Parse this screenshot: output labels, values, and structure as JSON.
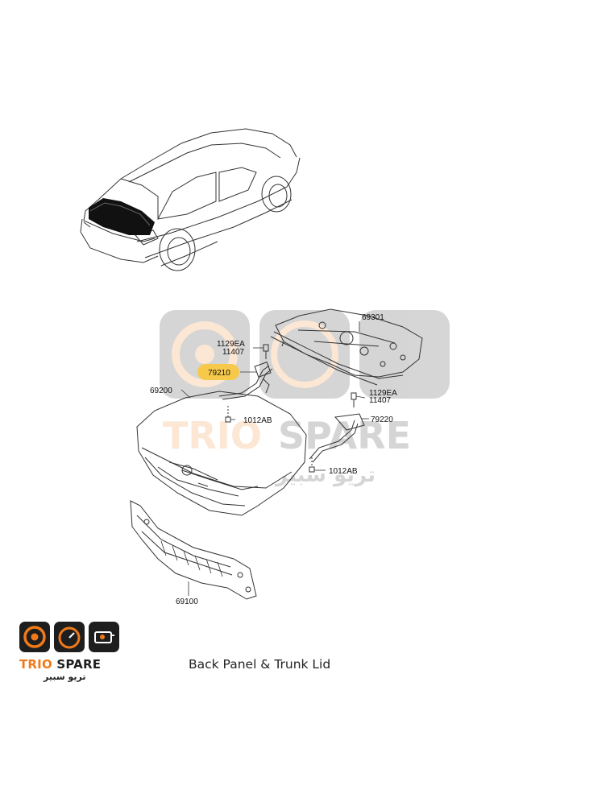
{
  "diagram": {
    "caption": "Back Panel & Trunk Lid",
    "highlight_color": "#f7c94a",
    "callouts": {
      "c69301": "69301",
      "c1129ea_top": "1129EA",
      "c11407_top": "11407",
      "c79210": "79210",
      "c69200": "69200",
      "c1012ab_left": "1012AB",
      "c1129ea_right": "1129EA",
      "c11407_right": "11407",
      "c79220": "79220",
      "c1012ab_right": "1012AB",
      "c69100": "69100"
    },
    "highlighted_part": "79210"
  },
  "watermark": {
    "brand_trio": "TRIO",
    "brand_spare": "SPARE",
    "brand_arabic": "تريو سبير",
    "colors": {
      "orange": "#f07a1a",
      "dark": "#1e1e1e"
    }
  },
  "logo": {
    "word_trio": "TRIO",
    "word_spare": "SPARE",
    "arabic": "تريو سبير",
    "icons": [
      "speaker-icon",
      "speedometer-icon",
      "engine-icon"
    ]
  }
}
